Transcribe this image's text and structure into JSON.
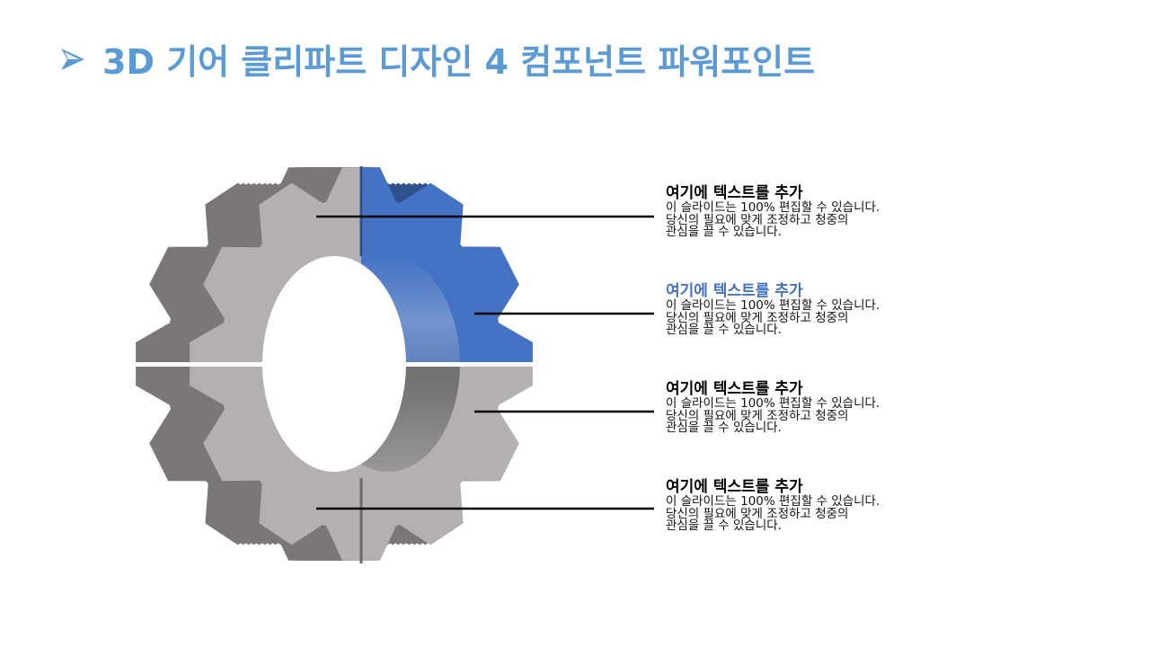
{
  "title": {
    "text": "3D 기어 클리파트 디자인 4 컴포넌트 파워포인트",
    "icon": "arrowhead-bullet-icon"
  },
  "colors": {
    "accent": "#5b9bd5",
    "gear_blue": "#4472c4",
    "gear_gray": "#b3b0af",
    "gear_side": "#7a7776"
  },
  "items": [
    {
      "heading": "여기에 텍스트를 추가",
      "line1": "이 슬라이드는 100% 편집할 수 있습니다.",
      "line2": "당신의 필요에 맞게 조정하고 청중의",
      "line3": "관심을 끌 수 있습니다.",
      "highlighted": false
    },
    {
      "heading": "여기에 텍스트를 추가",
      "line1": "이 슬라이드는 100% 편집할 수 있습니다.",
      "line2": "당신의 필요에 맞게 조정하고 청중의",
      "line3": "관심을 끌 수 있습니다.",
      "highlighted": true
    },
    {
      "heading": "여기에 텍스트를 추가",
      "line1": "이 슬라이드는 100% 편집할 수 있습니다.",
      "line2": "당신의 필요에 맞게 조정하고 청중의",
      "line3": "관심을 끌 수 있습니다.",
      "highlighted": false
    },
    {
      "heading": "여기에 텍스트를 추가",
      "line1": "이 슬라이드는 100% 편집할 수 있습니다.",
      "line2": "당신의 필요에 맞게 조정하고 청중의",
      "line3": "관심을 끌 수 있습니다.",
      "highlighted": false
    }
  ]
}
